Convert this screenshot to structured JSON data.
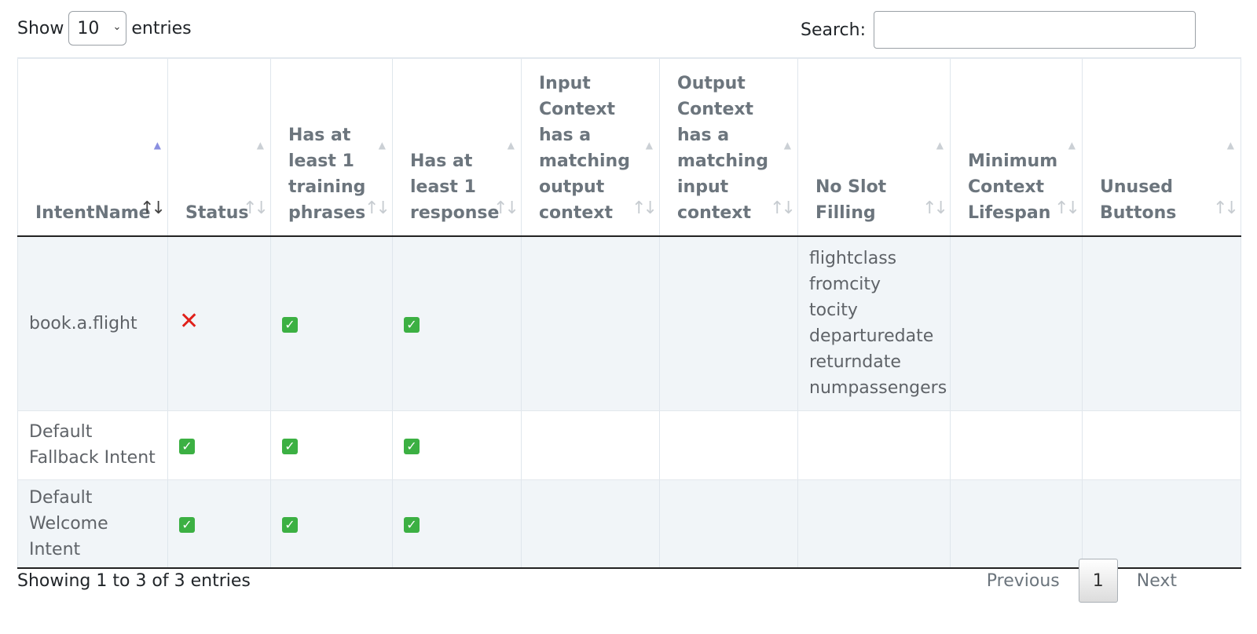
{
  "length_control": {
    "prefix": "Show",
    "selected": "10",
    "suffix": "entries"
  },
  "search": {
    "label": "Search:",
    "value": ""
  },
  "columns": [
    {
      "label": "IntentName",
      "sorted": "asc"
    },
    {
      "label": "Status"
    },
    {
      "label": "Has at least 1 training phrases"
    },
    {
      "label": "Has at least 1 response"
    },
    {
      "label": "Input Context has a matching output context"
    },
    {
      "label": "Output Context has a matching input context"
    },
    {
      "label": "No Slot Filling"
    },
    {
      "label": "Minimum Context Lifespan"
    },
    {
      "label": "Unused Buttons"
    }
  ],
  "icons": {
    "check": "✓",
    "cross": "✕",
    "sort": "↑↓",
    "sort_active": "↑↓",
    "sort_triangle": "▲",
    "chevron": "⌄"
  },
  "rows": [
    {
      "intent": "book.a.flight",
      "status": "fail",
      "training": "pass",
      "response": "pass",
      "slots": [
        "flightclass",
        "fromcity",
        "tocity",
        "departuredate",
        "returndate",
        "numpassengers"
      ]
    },
    {
      "intent": "Default Fallback Intent",
      "status": "pass",
      "training": "pass",
      "response": "pass",
      "slots": []
    },
    {
      "intent": "Default Welcome Intent",
      "status": "pass",
      "training": "pass",
      "response": "pass",
      "slots": []
    }
  ],
  "footer": {
    "info": "Showing 1 to 3 of 3 entries",
    "previous": "Previous",
    "current_page": "1",
    "next": "Next"
  }
}
